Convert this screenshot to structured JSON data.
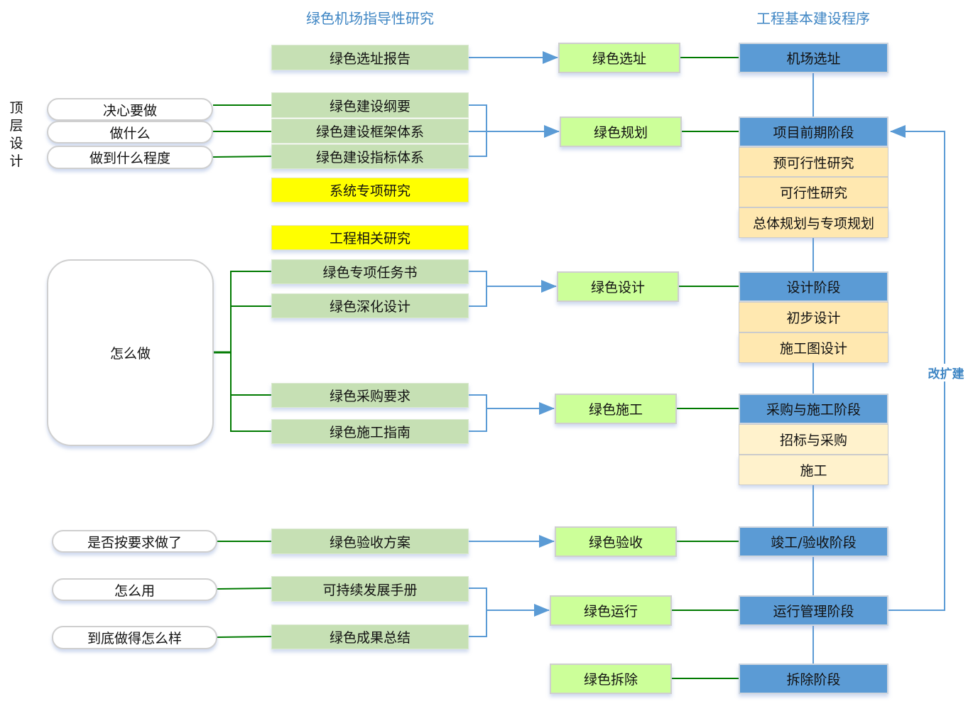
{
  "headers": {
    "left": "绿色机场指导性研究",
    "right": "工程基本建设程序"
  },
  "side_label": [
    "顶",
    "层",
    "设",
    "计"
  ],
  "questions": {
    "q1": "决心要做",
    "q2": "做什么",
    "q3": "做到什么程度",
    "how": "怎么做",
    "check": "是否按要求做了",
    "use": "怎么用",
    "result": "到底做得怎么样"
  },
  "research": {
    "site_report": "绿色选址报告",
    "outline": "绿色建设纲要",
    "framework": "绿色建设框架体系",
    "indicators": "绿色建设指标体系",
    "system_study": "系统专项研究",
    "eng_study": "工程相关研究",
    "task_book": "绿色专项任务书",
    "deep_design": "绿色深化设计",
    "procurement": "绿色采购要求",
    "construct_guide": "绿色施工指南",
    "acceptance_plan": "绿色验收方案",
    "handbook": "可持续发展手册",
    "summary": "绿色成果总结"
  },
  "green": {
    "site": "绿色选址",
    "plan": "绿色规划",
    "design": "绿色设计",
    "construct": "绿色施工",
    "accept": "绿色验收",
    "operate": "绿色运行",
    "demolish": "绿色拆除"
  },
  "stages": {
    "site": "机场选址",
    "pre": "项目前期阶段",
    "pre_items": [
      "预可行性研究",
      "可行性研究",
      "总体规划与专项规划"
    ],
    "design": "设计阶段",
    "design_items": [
      "初步设计",
      "施工图设计"
    ],
    "build": "采购与施工阶段",
    "build_items": [
      "招标与采购",
      "施工"
    ],
    "accept": "竣工/验收阶段",
    "operate": "运行管理阶段",
    "demolish": "拆除阶段"
  },
  "loop_label": "改扩建",
  "colors": {
    "research_green": "#c6e0b4",
    "light_green": "#ccff99",
    "highlight_yellow": "#ffff00",
    "stage_blue": "#5b9bd5",
    "substage_beige": "#ffe8b0",
    "connector_green": "#007a00",
    "connector_blue": "#5b9bd5"
  }
}
